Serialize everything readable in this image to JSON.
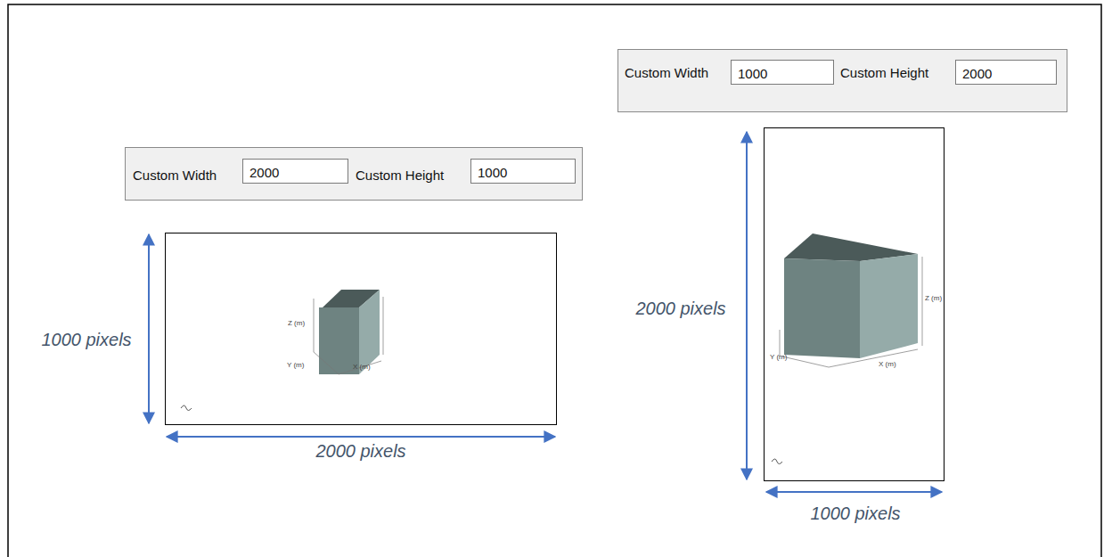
{
  "diagram": {
    "nodes": [
      {
        "text": [
          "Custom Width",
          "Custom Height"
        ]
      },
      {
        "text": [
          "2000"
        ],
        "in": 0
      },
      {
        "text": [
          "1000"
        ],
        "in": 0
      },
      {
        "text": [
          "Custom Width",
          "Custom Height"
        ]
      },
      {
        "text": [
          "1000"
        ],
        "in": 3
      },
      {
        "text": [
          "2000"
        ],
        "in": 3
      },
      {
        "text": [
          "Z (m)",
          "Y (m)",
          "X (m)"
        ]
      },
      {
        "text": [
          "Z (m)",
          "Y (m)",
          "X (m)"
        ]
      }
    ],
    "labels": [
      "1000 pixels",
      "2000 pixels",
      "2000 pixels",
      "1000 pixels"
    ]
  }
}
